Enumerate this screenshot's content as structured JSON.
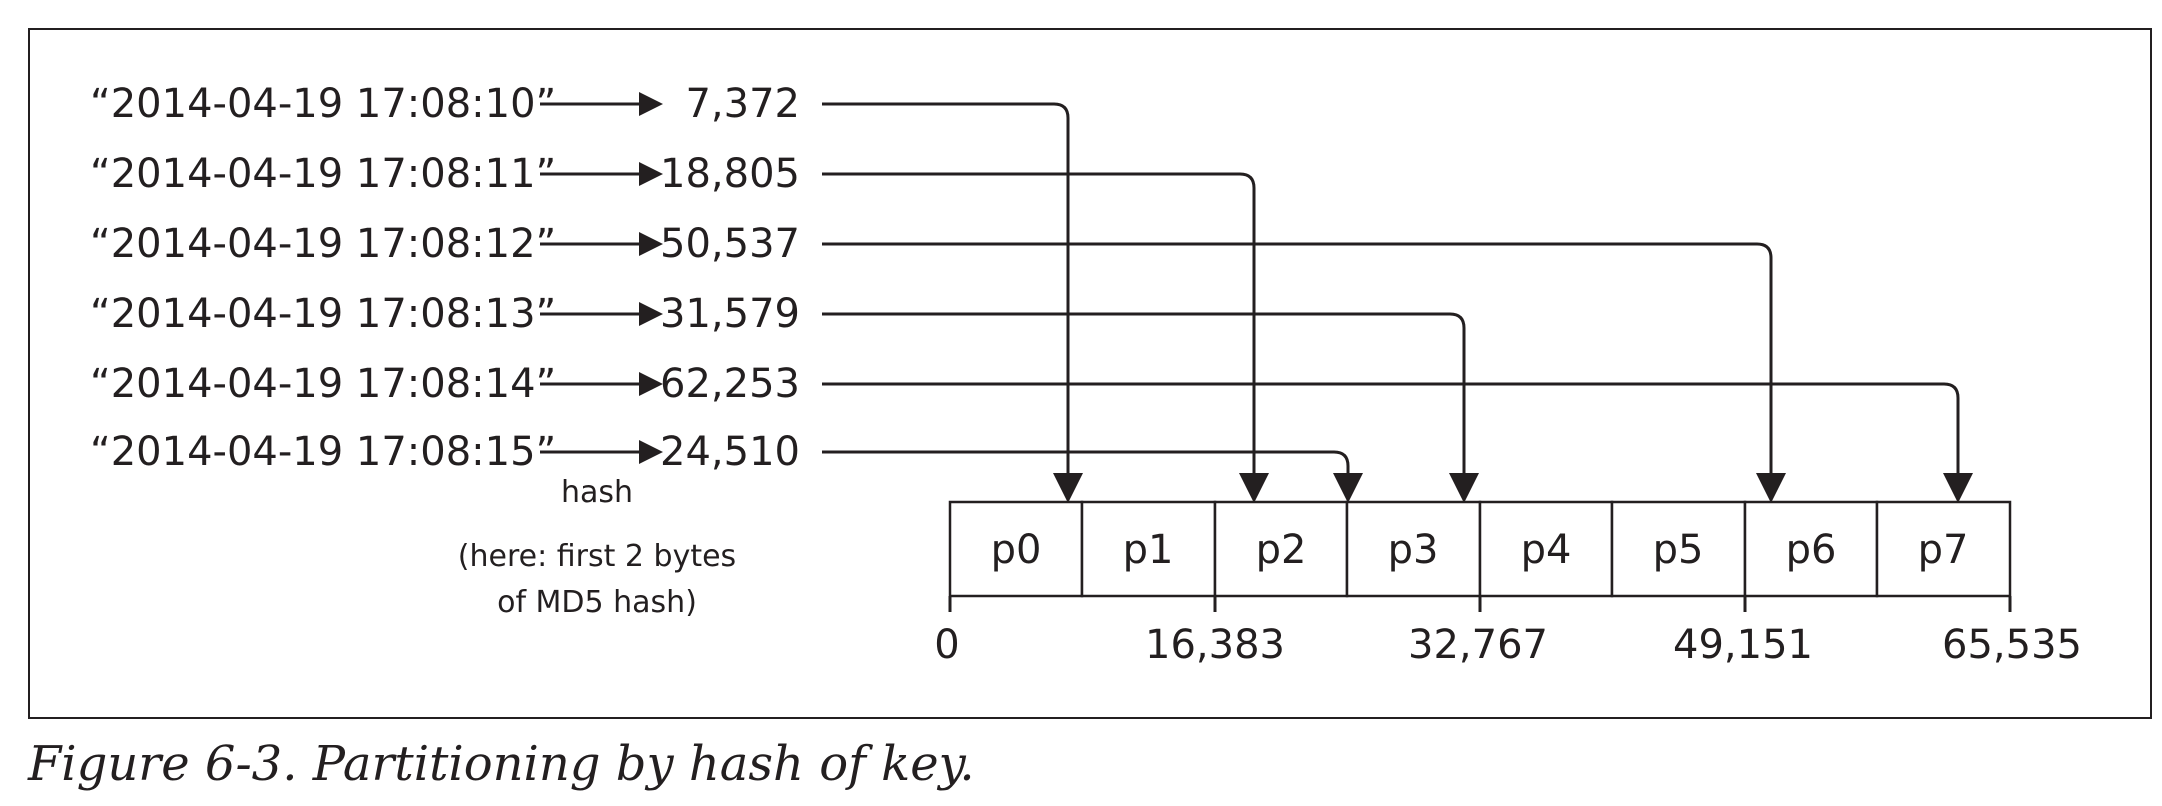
{
  "caption": "Figure 6-3. Partitioning by hash of key.",
  "keys": [
    {
      "key": "“2014-04-19 17:08:10”",
      "hash": "7,372",
      "partition": 0
    },
    {
      "key": "“2014-04-19 17:08:11”",
      "hash": "18,805",
      "partition": 2
    },
    {
      "key": "“2014-04-19 17:08:12”",
      "hash": "50,537",
      "partition": 6
    },
    {
      "key": "“2014-04-19 17:08:13”",
      "hash": "31,579",
      "partition": 3
    },
    {
      "key": "“2014-04-19 17:08:14”",
      "hash": "62,253",
      "partition": 7
    },
    {
      "key": "“2014-04-19 17:08:15”",
      "hash": "24,510",
      "partition": 2
    }
  ],
  "hash_label": "hash",
  "hash_note": [
    "(here: first 2 bytes",
    "of MD5 hash)"
  ],
  "partitions": [
    "p0",
    "p1",
    "p2",
    "p3",
    "p4",
    "p5",
    "p6",
    "p7"
  ],
  "axis_ticks": [
    "0",
    "16,383",
    "32,767",
    "49,151",
    "65,535"
  ]
}
